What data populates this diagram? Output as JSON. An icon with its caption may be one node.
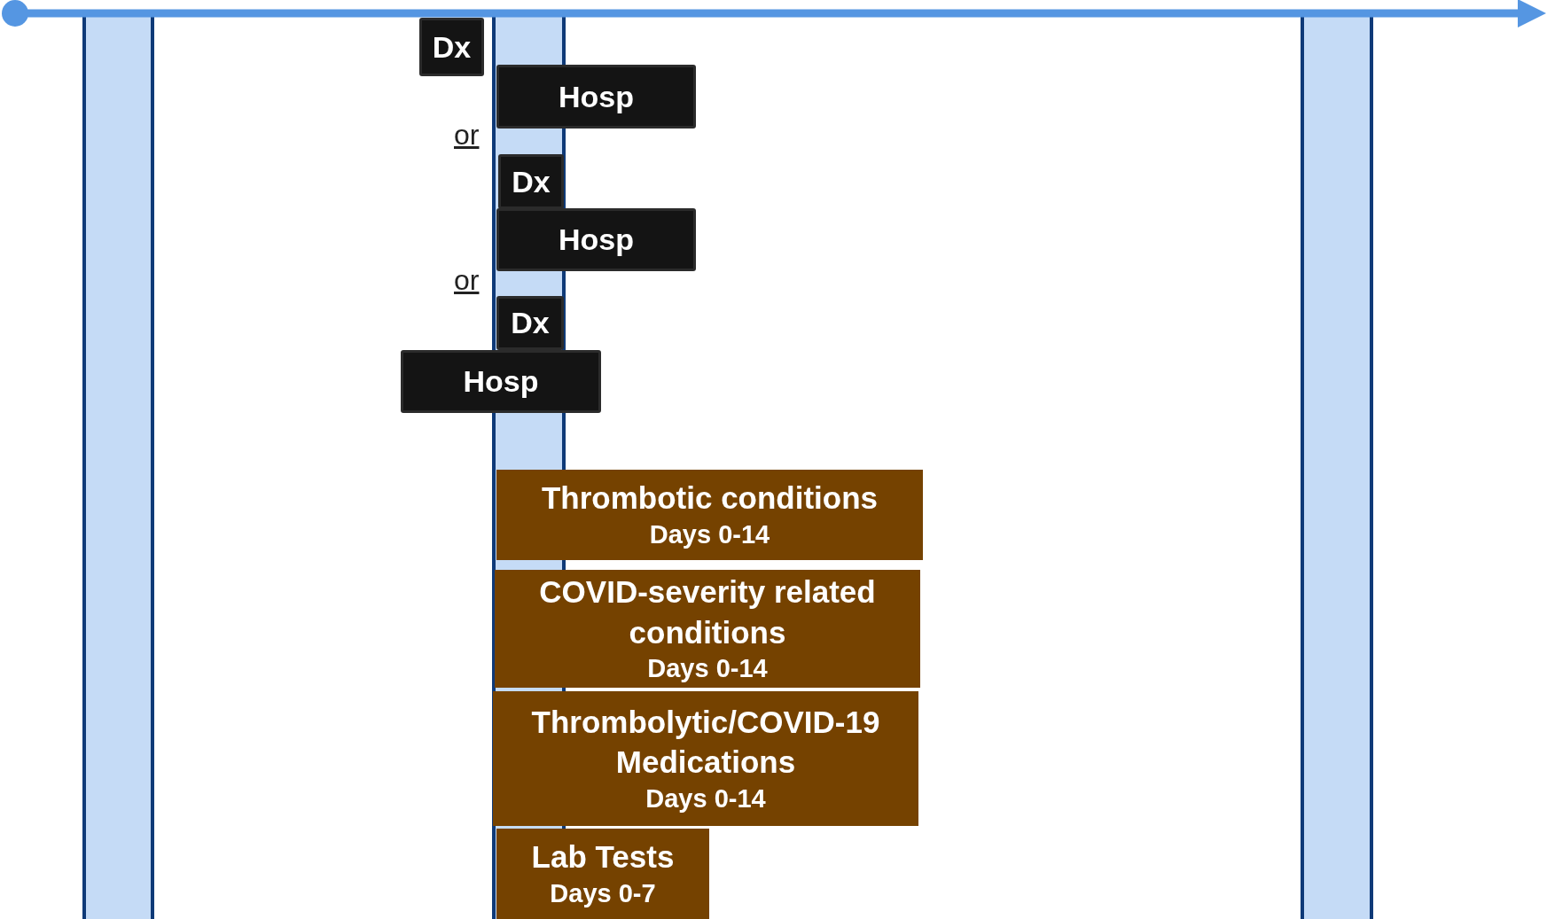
{
  "diagram": {
    "nodes": [
      {
        "text": [
          "Dx"
        ]
      },
      {
        "text": [
          "Hosp"
        ]
      },
      {
        "text": [
          "Dx"
        ]
      },
      {
        "text": [
          "Hosp"
        ]
      },
      {
        "text": [
          "Dx"
        ]
      },
      {
        "text": [
          "Hosp"
        ]
      },
      {
        "text": [
          "Thrombotic conditions",
          "Days 0-14"
        ]
      },
      {
        "text": [
          "COVID-severity related conditions",
          "Days 0-14"
        ]
      },
      {
        "text": [
          "Thrombolytic/COVID-19 Medications",
          "Days 0-14"
        ]
      },
      {
        "text": [
          "Lab Tests",
          "Days 0-7"
        ]
      }
    ],
    "labels": [
      "or",
      "or"
    ]
  }
}
